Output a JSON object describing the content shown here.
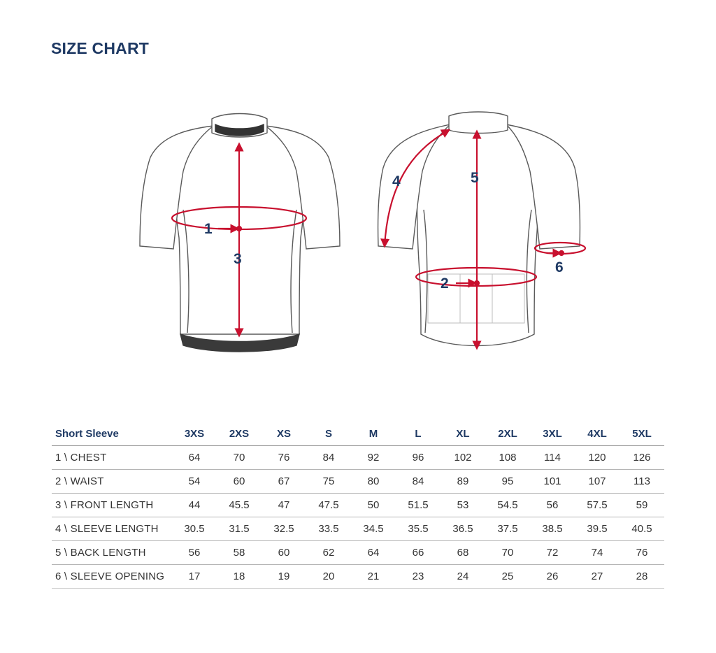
{
  "title": "SIZE CHART",
  "markers": {
    "front": [
      "1",
      "3"
    ],
    "back": [
      "4",
      "5",
      "2",
      "6"
    ]
  },
  "colors": {
    "accent": "#c8102e",
    "heading": "#1f3a64",
    "outline": "#5a5a5a",
    "collar": "#333333"
  },
  "table": {
    "header": [
      "Short Sleeve",
      "3XS",
      "2XS",
      "XS",
      "S",
      "M",
      "L",
      "XL",
      "2XL",
      "3XL",
      "4XL",
      "5XL"
    ],
    "rows": [
      [
        "1 \\ CHEST",
        "64",
        "70",
        "76",
        "84",
        "92",
        "96",
        "102",
        "108",
        "114",
        "120",
        "126"
      ],
      [
        "2 \\ WAIST",
        "54",
        "60",
        "67",
        "75",
        "80",
        "84",
        "89",
        "95",
        "101",
        "107",
        "113"
      ],
      [
        "3 \\ FRONT LENGTH",
        "44",
        "45.5",
        "47",
        "47.5",
        "50",
        "51.5",
        "53",
        "54.5",
        "56",
        "57.5",
        "59"
      ],
      [
        "4 \\ SLEEVE LENGTH",
        "30.5",
        "31.5",
        "32.5",
        "33.5",
        "34.5",
        "35.5",
        "36.5",
        "37.5",
        "38.5",
        "39.5",
        "40.5"
      ],
      [
        "5 \\ BACK LENGTH",
        "56",
        "58",
        "60",
        "62",
        "64",
        "66",
        "68",
        "70",
        "72",
        "74",
        "76"
      ],
      [
        "6 \\ SLEEVE OPENING",
        "17",
        "18",
        "19",
        "20",
        "21",
        "23",
        "24",
        "25",
        "26",
        "27",
        "28"
      ]
    ]
  }
}
